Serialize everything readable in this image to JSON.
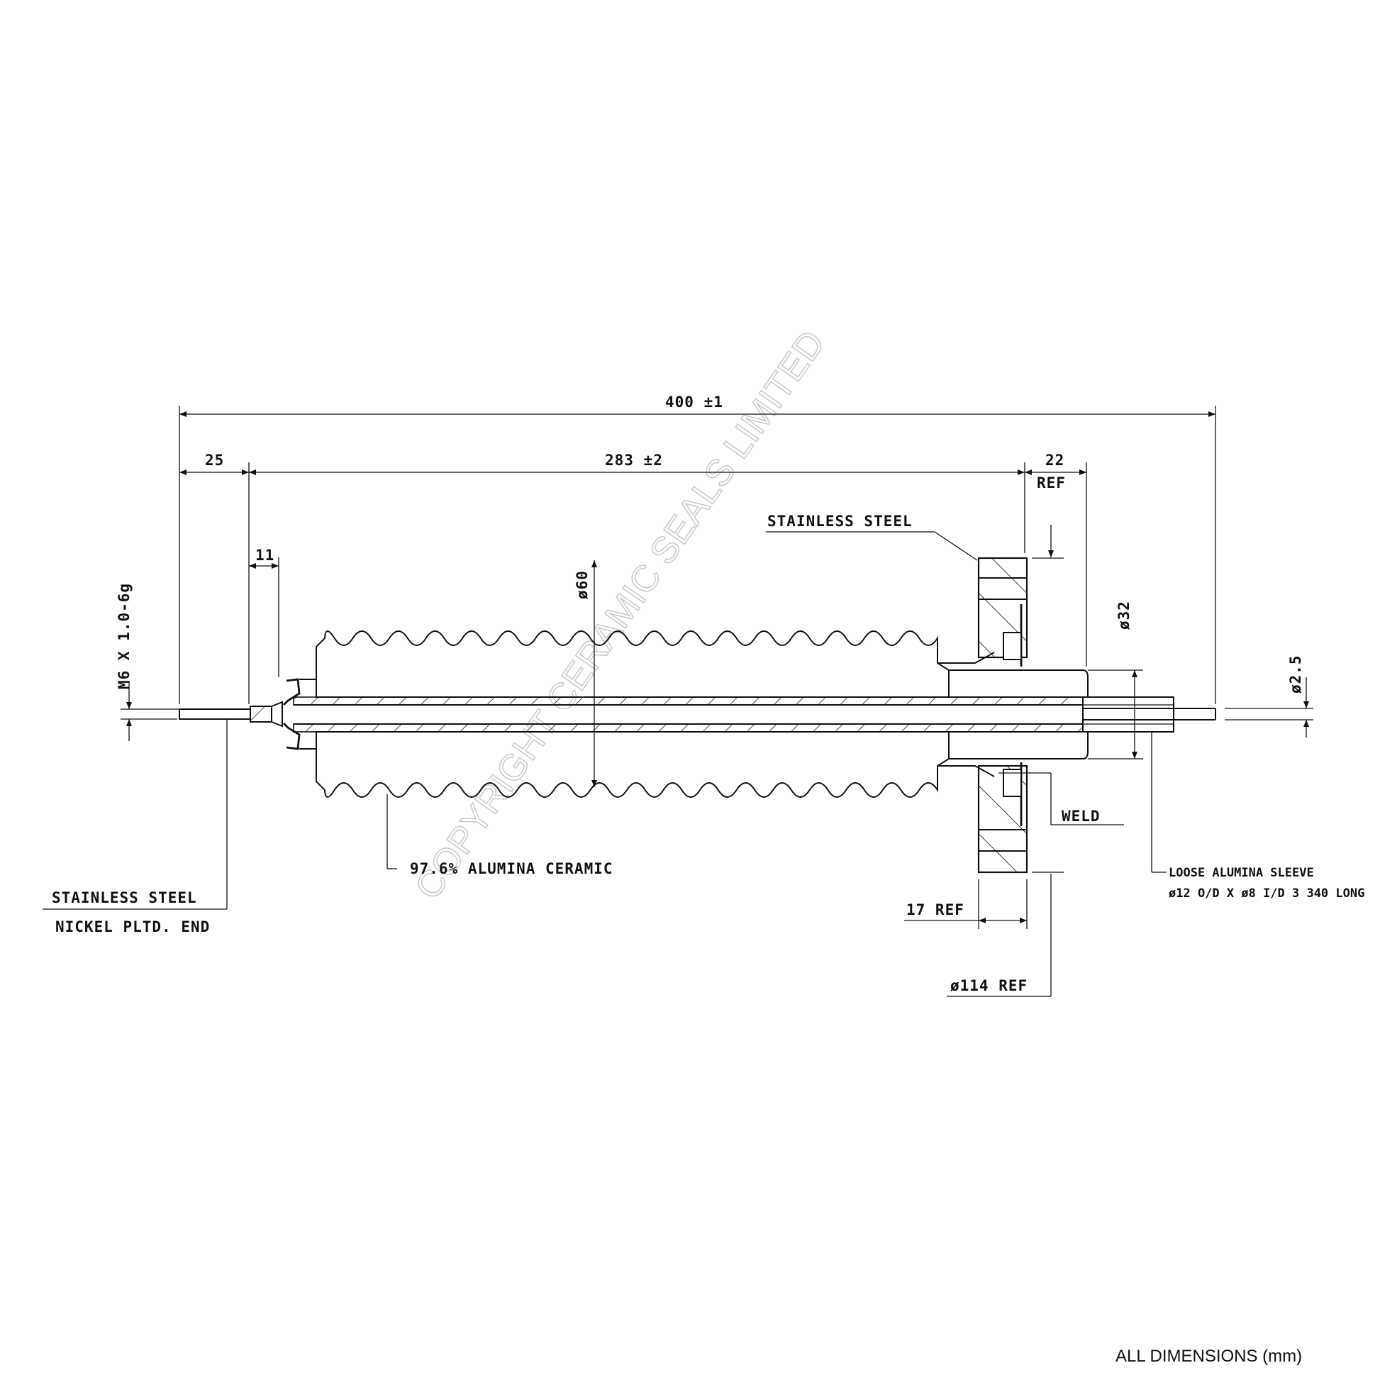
{
  "dimensions": {
    "overall_length": "400 ±1",
    "body_length": "283 ±2",
    "stub_length": "25",
    "flange_offset": "22",
    "flange_offset_ref": "REF",
    "thread_length": "11",
    "body_diameter": "ø60",
    "flange_boss_diameter": "ø32",
    "pin_diameter": "ø2.5",
    "flange_thickness": "17 REF",
    "flange_diameter": "ø114 REF",
    "thread_spec": "M6 X 1.0-6g"
  },
  "callouts": {
    "flange_material": "STAINLESS STEEL",
    "ceramic": "97.6% ALUMINA CERAMIC",
    "weld": "WELD",
    "stub_material_1": "STAINLESS STEEL",
    "stub_material_2": "NICKEL PLTD. END",
    "sleeve_1": "LOOSE ALUMINA SLEEVE",
    "sleeve_2": "ø12 O/D X ø8 I/D 3 340 LONG"
  },
  "watermark": "COPYRIGHT CERAMIC SEALS LIMITED",
  "footer": "ALL DIMENSIONS (mm)"
}
